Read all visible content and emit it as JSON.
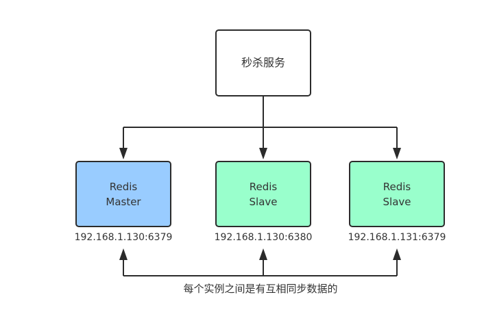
{
  "service": {
    "label": "秒杀服务"
  },
  "nodes": [
    {
      "line1": "Redis",
      "line2": "Master",
      "address": "192.168.1.130:6379",
      "fill": "#99ccff"
    },
    {
      "line1": "Redis",
      "line2": "Slave",
      "address": "192.168.1.130:6380",
      "fill": "#99ffcc"
    },
    {
      "line1": "Redis",
      "line2": "Slave",
      "address": "192.168.1.131:6379",
      "fill": "#99ffcc"
    }
  ],
  "sync_note": "每个实例之间是有互相同步数据的",
  "colors": {
    "line": "#2b2b2b",
    "master_fill": "#99ccff",
    "slave_fill": "#99ffcc"
  }
}
